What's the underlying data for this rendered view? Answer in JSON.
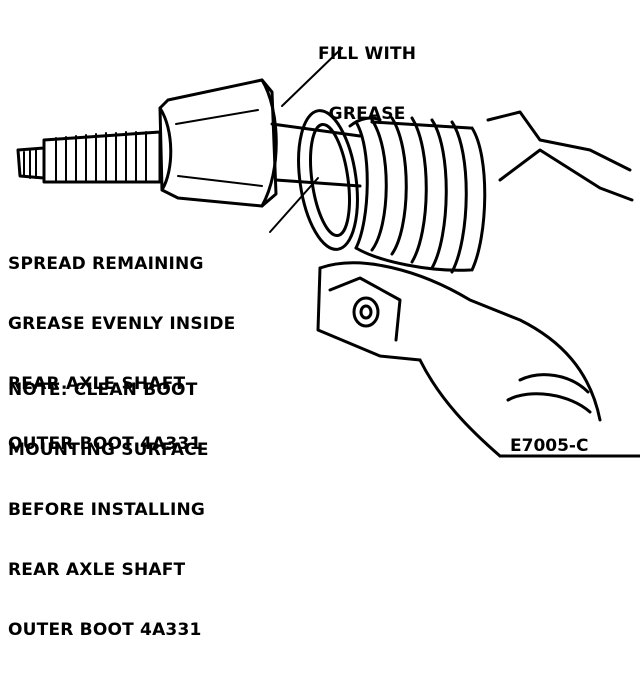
{
  "figure_id": "E7005-C",
  "callouts": {
    "fill": [
      "FILL WITH",
      "GREASE"
    ],
    "spread": [
      "SPREAD REMAINING",
      "GREASE EVENLY INSIDE",
      "REAR AXLE SHAFT",
      "OUTER BOOT 4A331"
    ],
    "note": [
      "NOTE: CLEAN BOOT",
      "MOUNTING SURFACE",
      "BEFORE INSTALLING",
      "REAR AXLE SHAFT",
      "OUTER BOOT 4A331"
    ]
  }
}
